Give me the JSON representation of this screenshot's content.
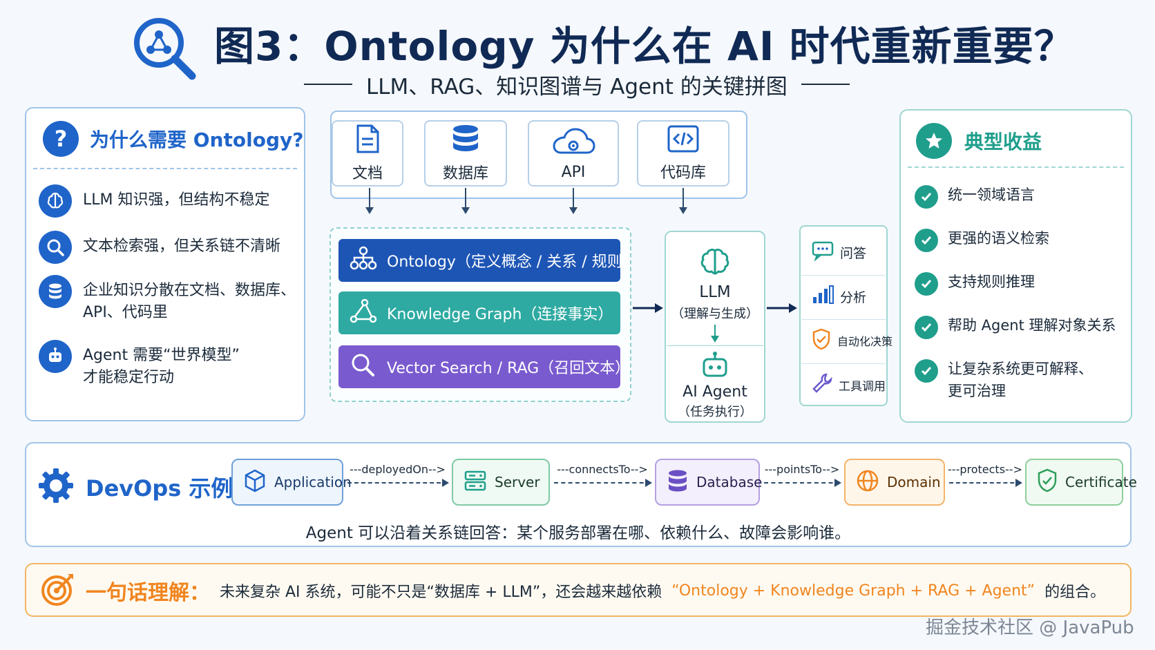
{
  "header": {
    "title": "图3：Ontology 为什么在 AI 时代重新重要？",
    "subtitle": "LLM、RAG、知识图谱与 Agent 的关键拼图",
    "icon": "magnifier-graph-icon"
  },
  "why_panel": {
    "title": "为什么需要 Ontology?",
    "icon_symbol": "?",
    "items": [
      {
        "icon": "brain-icon",
        "text": "LLM 知识强，但结构不稳定"
      },
      {
        "icon": "search-icon",
        "text": "文本检索强，但关系链不清晰"
      },
      {
        "icon": "database-icon",
        "line1": "企业知识分散在文档、数据库、",
        "line2": "API、代码里"
      },
      {
        "icon": "robot-icon",
        "line1": "Agent 需要“世界模型”",
        "line2": "才能稳定行动"
      }
    ]
  },
  "sources": [
    {
      "label": "文档",
      "icon": "document-icon"
    },
    {
      "label": "数据库",
      "icon": "database-icon"
    },
    {
      "label": "API",
      "icon": "cloud-gear-icon"
    },
    {
      "label": "代码库",
      "icon": "code-icon"
    }
  ],
  "layers": [
    {
      "label": "Ontology（定义概念 / 关系 / 规则）",
      "icon": "hierarchy-icon",
      "color": "#1d55b5"
    },
    {
      "label": "Knowledge Graph（连接事实）",
      "icon": "graph-icon",
      "color": "#2eaaa2"
    },
    {
      "label": "Vector Search / RAG（召回文本）",
      "icon": "search-icon",
      "color": "#7a5bcf"
    }
  ],
  "core": {
    "llm_title": "LLM",
    "llm_sub": "（理解与生成）",
    "agent_title": "AI Agent",
    "agent_sub": "（任务执行）"
  },
  "outputs": [
    {
      "label": "问答",
      "icon": "chat-icon"
    },
    {
      "label": "分析",
      "icon": "bar-chart-icon"
    },
    {
      "label": "自动化决策",
      "icon": "shield-check-icon"
    },
    {
      "label": "工具调用",
      "icon": "wrench-icon"
    }
  ],
  "benefits": {
    "title": "典型收益",
    "items": [
      {
        "line1": "统一领域语言"
      },
      {
        "line1": "更强的语义检索"
      },
      {
        "line1": "支持规则推理"
      },
      {
        "line1": "帮助 Agent 理解对象关系"
      },
      {
        "line1": "让复杂系统更可解释、",
        "line2": "更可治理"
      }
    ]
  },
  "devops": {
    "title": "DevOps 示例",
    "nodes": [
      {
        "label": "Application",
        "icon": "cube-icon"
      },
      {
        "label": "Server",
        "icon": "server-icon"
      },
      {
        "label": "Database",
        "icon": "database-icon"
      },
      {
        "label": "Domain",
        "icon": "globe-icon"
      },
      {
        "label": "Certificate",
        "icon": "shield-check-icon"
      }
    ],
    "edges": [
      "---deployedOn-->",
      "---connectsTo-->",
      "---pointsTo-->",
      "---protects-->"
    ],
    "caption": "Agent 可以沿着关系链回答：某个服务部署在哪、依赖什么、故障会影响谁。"
  },
  "summary": {
    "label": "一句话理解：",
    "text_before": "未来复杂 AI 系统，可能不只是“数据库 + LLM”，还会越来越依赖",
    "highlight": "“Ontology + Knowledge Graph + RAG + Agent”",
    "text_after": "的组合。"
  },
  "watermark": "掘金技术社区 @ JavaPub",
  "colors": {
    "primary": "#1f64c9",
    "teal": "#1f9e8c",
    "orange": "#f0851f",
    "navy": "#102a55"
  }
}
